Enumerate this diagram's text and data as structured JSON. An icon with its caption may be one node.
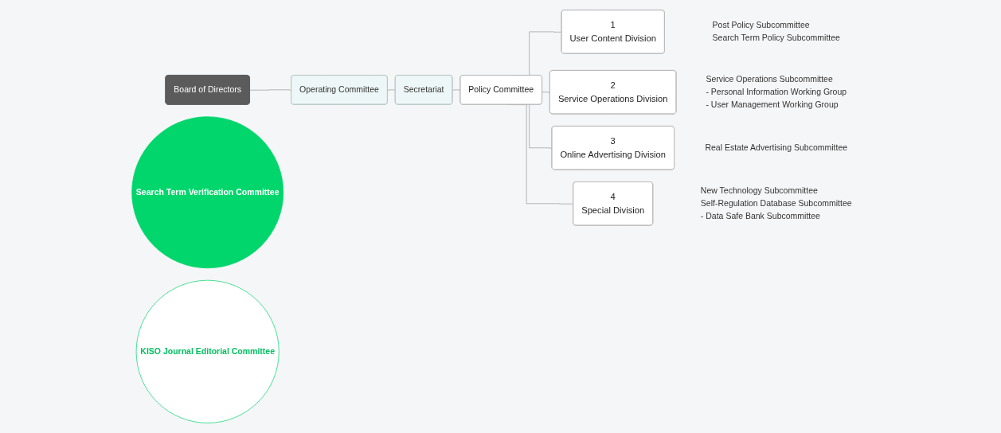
{
  "diagram": {
    "nodes": [
      {
        "text": [
          "Board of Directors"
        ]
      },
      {
        "text": [
          "Operating Committee"
        ]
      },
      {
        "text": [
          "Secretariat"
        ]
      },
      {
        "text": [
          "Policy Committee"
        ]
      },
      {
        "text": [
          "1",
          "User Content Division"
        ],
        "beside": [
          "Post Policy Subcommittee",
          "Search Term Policy Subcommittee"
        ]
      },
      {
        "text": [
          "2",
          "Service Operations Division"
        ],
        "beside": [
          "Service Operations Subcommittee",
          "- Personal Information Working Group",
          "- User Management Working Group"
        ]
      },
      {
        "text": [
          "3",
          "Online Advertising Division"
        ],
        "beside": [
          "Real Estate Advertising Subcommittee"
        ]
      },
      {
        "text": [
          "4",
          "Special Division"
        ],
        "beside": [
          "New Technology Subcommittee",
          "Self-Regulation Database Subcommittee",
          "- Data Safe Bank Subcommittee"
        ]
      },
      {
        "text": [
          "Search Term Verification Committee"
        ]
      },
      {
        "text": [
          "KISO Journal Editorial Committee"
        ]
      }
    ],
    "edges": [
      {
        "from": 0,
        "to": 1,
        "arrow": "none"
      },
      {
        "from": 1,
        "to": 2,
        "arrow": "none"
      },
      {
        "from": 2,
        "to": 3,
        "arrow": "none"
      },
      {
        "from": 3,
        "to": 4,
        "arrow": "none"
      },
      {
        "from": 3,
        "to": 5,
        "arrow": "none"
      },
      {
        "from": 3,
        "to": 6,
        "arrow": "none"
      },
      {
        "from": 3,
        "to": 7,
        "arrow": "none"
      }
    ]
  }
}
